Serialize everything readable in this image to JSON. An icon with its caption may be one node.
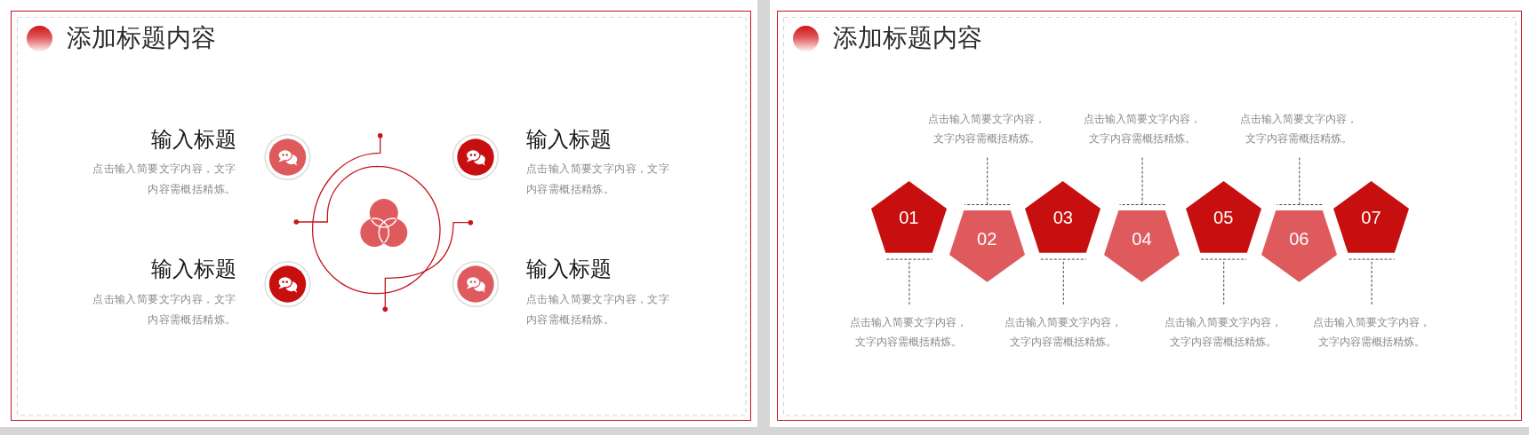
{
  "diagram": {
    "nodes": [
      {
        "text": [
          "添加标题内容"
        ]
      },
      {
        "text": [
          "添加标题内容"
        ]
      },
      {
        "text": [
          "点击输入简要文字内容，文字内容需概括精炼。"
        ],
        "in": 1
      },
      {
        "text": [
          "点击输入简要文字内容，文字内容需概括精炼。"
        ],
        "in": 1
      },
      {
        "text": [
          "点击输入简要文字内容，文字内容需概括精炼。"
        ],
        "in": 1
      },
      {
        "text": [
          "01"
        ],
        "in": 1
      },
      {
        "text": [
          "02"
        ],
        "in": 1
      },
      {
        "text": [
          "03"
        ],
        "in": 1
      },
      {
        "text": [
          "04"
        ],
        "in": 1
      },
      {
        "text": [
          "05"
        ],
        "in": 1
      },
      {
        "text": [
          "06"
        ],
        "in": 1
      },
      {
        "text": [
          "07"
        ],
        "in": 1
      },
      {
        "text": [
          "点击输入简要文字内容，文字内容需概括精炼。"
        ],
        "in": 1
      },
      {
        "text": [
          "点击输入简要文字内容，文字内容需概括精炼。"
        ],
        "in": 1
      },
      {
        "text": [
          "点击输入简要文字内容，文字内容需概括精炼。"
        ],
        "in": 1
      },
      {
        "text": [
          "点击输入简要文字内容，文字内容需概括精炼。"
        ],
        "in": 1
      }
    ],
    "edges": [
      {
        "from": 2,
        "to": 6,
        "arrow": "other",
        "style": "dashed"
      },
      {
        "from": 3,
        "to": 8,
        "arrow": "other",
        "style": "dashed"
      },
      {
        "from": 4,
        "to": 10,
        "arrow": "other",
        "style": "dashed"
      },
      {
        "from": 12,
        "to": 5,
        "arrow": "other",
        "style": "dashed"
      },
      {
        "from": 13,
        "to": 7,
        "arrow": "other",
        "style": "dashed"
      },
      {
        "from": 14,
        "to": 9,
        "arrow": "other",
        "style": "dashed"
      },
      {
        "from": 15,
        "to": 11,
        "arrow": "other",
        "style": "dashed"
      }
    ],
    "labels": [
      "输入标题",
      "点击输入简要文字内容，文字内容需概括精炼。",
      "输入标题",
      "点击输入简要文字内容，文字内容需概括精炼。",
      "输入标题",
      "点击输入简要文字内容，文字内容需概括精炼。",
      "输入标题",
      "点击输入简要文字内容，文字内容需概括精炼。"
    ]
  }
}
